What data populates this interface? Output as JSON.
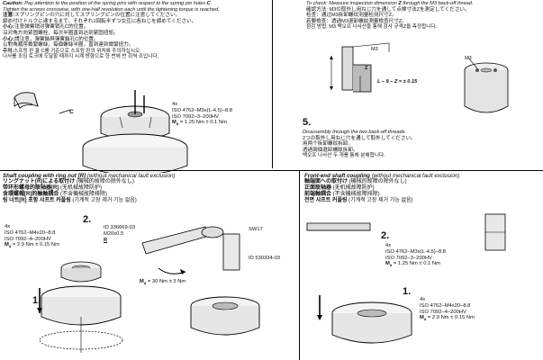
{
  "top_left": {
    "caution_label": "Caution:",
    "caution_en_1": " Pay attention to the position of the spring pins with respect to the spring pin holes ",
    "caution_en_c": "C",
    "caution_en_2": "Tighten the screws crosswise, with one-half revolution each until the tightening torque is reached.",
    "jp_label": "注意:",
    "jp_1": "スプリングピンの穴に対してスプリングピンの位置に注意してください。",
    "jp_2": "締め付けトルクに達するまで、それぞれ1回転半ずつ交互に各ねじを締めてください。",
    "sc_label": "小心:",
    "sc_1": "注意弹簧销对弹簧销孔C的位置。",
    "sc_2": "沿对角方向紧固螺栓，每次半圈直到达到紧固扭矩。",
    "tc_label": "小心:",
    "tc_1": "請注意，彈簧銷與彈簧銷孔C的位置。",
    "tc_2": "以對角順序鎖緊螺絲，每個螺絲半圈，直到達到鎖緊扭力。",
    "kr_label": "주의:",
    "kr_1": "스프링 핀 홀 C를 기준으로 스프링 핀의 위치에 주의하십시오.",
    "kr_2": "나사를 조임 토크에 도달할 때까지 시계 방향으로 한 번에 반 회씩 조입니다.",
    "label_c": "C",
    "spec_1": "4x",
    "spec_2": "ISO 4762–M3x(L-4.5)–8.8",
    "spec_3": "ISO 7092–3–200HV",
    "spec_4_md": "M",
    "spec_4_sub": "d",
    "spec_4_val": " = 1.25 Nm ± 0.1 Nm"
  },
  "top_right": {
    "check_en_1": "To check: Measure inspection dimension ",
    "check_z": "Z",
    "check_en_2": " through the M3 back-off thread.",
    "jp": "確認方法: M3の取外し用ねじ穴を通して点検寸法Zを測定してください。",
    "sc": "检查：通过M3拆卸螺纹测量检测尺寸Z。",
    "tc": "若要檢查：透過M3退卸螺紋測量檢查尺寸Z。",
    "kr": "점검 방법: M3 백오프 나사산을 통해 검사 규격Z을 측정합니다.",
    "m3_label": "M3",
    "m3_label2": "M3",
    "z_label": "Z",
    "formula": "L – 9 – Z = ± 0.15",
    "step": "5.",
    "dis_en": "Disassembly through the two back-off threads.",
    "dis_jp": "2つの取外し用ねじ穴を通して取外してください。",
    "dis_sc": "用两个拆卸螺纹拆卸。",
    "dis_tc": "透過兩個退卸螺紋拆卸。",
    "dis_kr": "백오프 나사산 두 개를 통해 분해합니다."
  },
  "bottom_left": {
    "hdr_en": "Shaft coupling with ring nut [R]",
    "hdr_en_sub": " (without mechanical fault exclusion)",
    "hdr_jp": "リングナット[R]による取付け",
    "hdr_jp_sub": " (機械的故障の除外なし)",
    "hdr_sc": "带环形螺母的联轴器[R]",
    "hdr_sc_sub": " (无机械故障防护)",
    "hdr_tc": "含環螺帽[R]的軸軸耦合",
    "hdr_tc_sub": " (不含機械故障排除)",
    "hdr_kr": "링 너트[R] 포함 샤프트 커플링",
    "hdr_kr_sub": " (기계적 고장 제거 기능 없음)",
    "step2": "2.",
    "step1": "1.",
    "id1": "ID 336669-03",
    "id1b": "M20x0.5",
    "r_label": "R",
    "spec_1": "4x",
    "spec_2": "ISO 4762–M4x20–8.8",
    "spec_3": "ISO 7092–4–200HV",
    "spec_4_md": "M",
    "spec_4_sub": "d",
    "spec_4_val": " = 2.9 Nm ± 0.15 Nm",
    "sw": "SW17",
    "id2": "ID 530334-03",
    "torque_md": "M",
    "torque_sub": "d",
    "torque_val": " = 30 Nm ± 3 Nm"
  },
  "bottom_right": {
    "hdr_en": "Front-end shaft coupling",
    "hdr_en_sub": " (without mechanical fault exclusion)",
    "hdr_jp": "軸端面への取付け",
    "hdr_jp_sub": " (機械的故障の除外なし)",
    "hdr_sc": "正面联轴器",
    "hdr_sc_sub": " (无机械故障防护)",
    "hdr_tc": "前端軸耦合",
    "hdr_tc_sub": " (不含機械故障排除)",
    "hdr_kr": "전면 샤프트 커플링",
    "hdr_kr_sub": " (기계적 고장 제거 기능 없음)",
    "step2": "2.",
    "step1": "1.",
    "specA_1": "4x",
    "specA_2": "ISO 4762–M3x(L-4.5)–8.8",
    "specA_3": "ISO 7092–3–200HV",
    "specA_md": "M",
    "specA_sub": "d",
    "specA_val": " = 1.25 Nm ± 0.1 Nm",
    "specB_1": "4x",
    "specB_2": "ISO 4762–M4x20–8.8",
    "specB_3": "ISO 7092–4–200HV",
    "specB_md": "M",
    "specB_sub": "d",
    "specB_val": " = 2.9 Nm ± 0.15 Nm"
  }
}
